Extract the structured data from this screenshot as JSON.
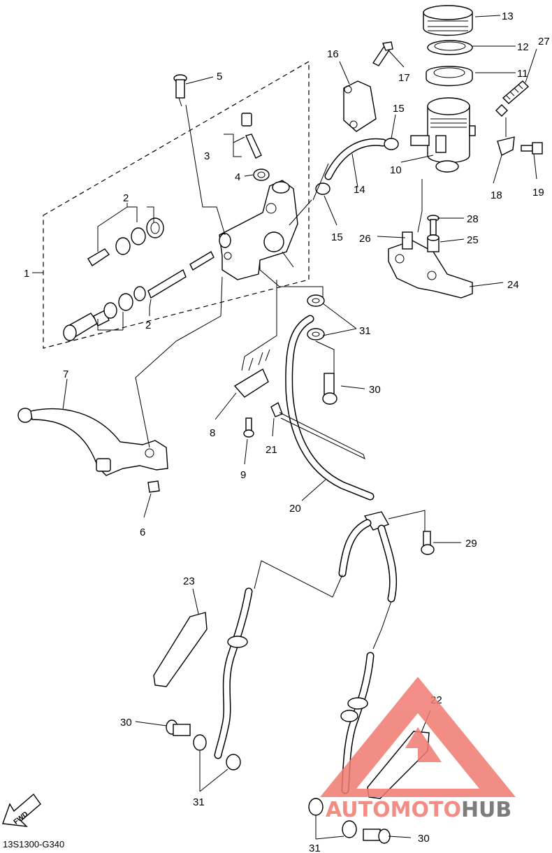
{
  "diagram": {
    "code": "13S1300-G340",
    "fwd_label": "FWD",
    "watermark": {
      "part1": "AUTO",
      "part2": "MOTO",
      "part3": "HUB",
      "color_red": "#f07a72",
      "color_yellow": "#f0c040",
      "color_gray": "#666666"
    },
    "callouts": [
      {
        "id": "c1",
        "text": "1"
      },
      {
        "id": "c2a",
        "text": "2"
      },
      {
        "id": "c2b",
        "text": "2"
      },
      {
        "id": "c3",
        "text": "3"
      },
      {
        "id": "c4",
        "text": "4"
      },
      {
        "id": "c5",
        "text": "5"
      },
      {
        "id": "c6",
        "text": "6"
      },
      {
        "id": "c7",
        "text": "7"
      },
      {
        "id": "c8",
        "text": "8"
      },
      {
        "id": "c9",
        "text": "9"
      },
      {
        "id": "c10",
        "text": "10"
      },
      {
        "id": "c11",
        "text": "11"
      },
      {
        "id": "c12",
        "text": "12"
      },
      {
        "id": "c13",
        "text": "13"
      },
      {
        "id": "c14",
        "text": "14"
      },
      {
        "id": "c15a",
        "text": "15"
      },
      {
        "id": "c15b",
        "text": "15"
      },
      {
        "id": "c16",
        "text": "16"
      },
      {
        "id": "c17",
        "text": "17"
      },
      {
        "id": "c18",
        "text": "18"
      },
      {
        "id": "c19",
        "text": "19"
      },
      {
        "id": "c20",
        "text": "20"
      },
      {
        "id": "c21",
        "text": "21"
      },
      {
        "id": "c22",
        "text": "22"
      },
      {
        "id": "c23",
        "text": "23"
      },
      {
        "id": "c24",
        "text": "24"
      },
      {
        "id": "c25",
        "text": "25"
      },
      {
        "id": "c26",
        "text": "26"
      },
      {
        "id": "c27",
        "text": "27"
      },
      {
        "id": "c28",
        "text": "28"
      },
      {
        "id": "c29",
        "text": "29"
      },
      {
        "id": "c30a",
        "text": "30"
      },
      {
        "id": "c30b",
        "text": "30"
      },
      {
        "id": "c30c",
        "text": "30"
      },
      {
        "id": "c31a",
        "text": "31"
      },
      {
        "id": "c31b",
        "text": "31"
      },
      {
        "id": "c31c",
        "text": "31"
      }
    ]
  }
}
